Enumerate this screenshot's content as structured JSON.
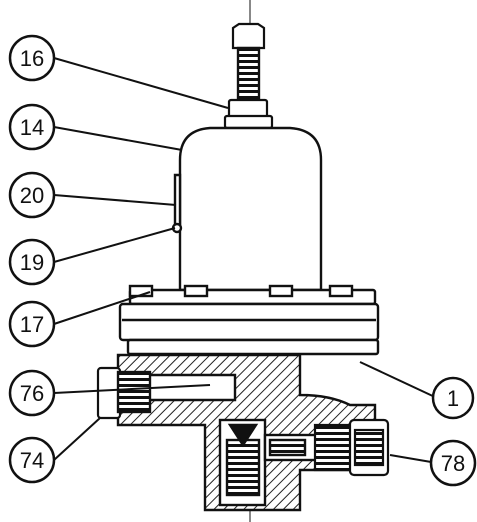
{
  "colors": {
    "ink": "#111111",
    "paper": "#ffffff",
    "hatch": "#222222"
  },
  "callouts": {
    "c16": "16",
    "c14": "14",
    "c20": "20",
    "c19": "19",
    "c17": "17",
    "c76": "76",
    "c74": "74",
    "c1": "1",
    "c78": "78"
  }
}
